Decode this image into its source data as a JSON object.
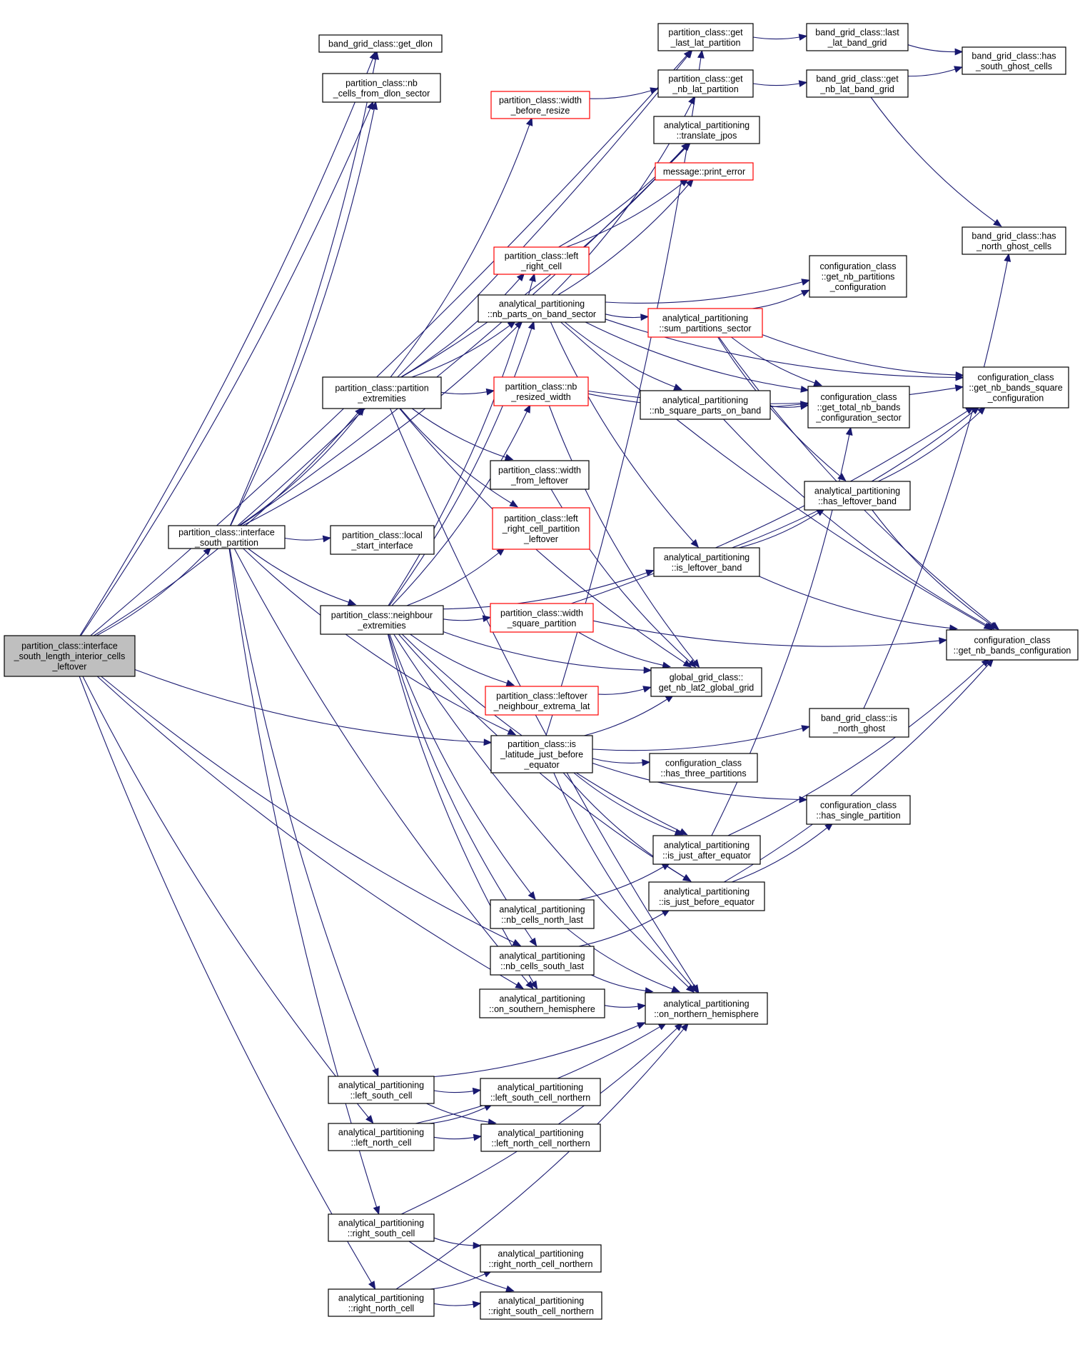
{
  "colors": {
    "edge": "#191970",
    "node_border": "#000000",
    "node_border_highlight": "#ff0000",
    "root_fill": "#bfbfbf",
    "node_fill": "#ffffff"
  },
  "nodes": {
    "root": {
      "lines": [
        "partition_class::interface",
        "_south_length_interior_cells",
        "_leftover"
      ]
    },
    "isp": {
      "lines": [
        "partition_class::interface",
        "_south_partition"
      ]
    },
    "get_dlon": {
      "lines": [
        "band_grid_class::get_dlon"
      ]
    },
    "nb_cells_dlon": {
      "lines": [
        "partition_class::nb",
        "_cells_from_dlon_sector"
      ]
    },
    "get_last_lat_partition": {
      "lines": [
        "partition_class::get",
        "_last_lat_partition"
      ]
    },
    "last_lat_band_grid": {
      "lines": [
        "band_grid_class::last",
        "_lat_band_grid"
      ]
    },
    "has_south_ghost": {
      "lines": [
        "band_grid_class::has",
        "_south_ghost_cells"
      ]
    },
    "get_nb_lat_partition": {
      "lines": [
        "partition_class::get",
        "_nb_lat_partition"
      ]
    },
    "get_nb_lat_band_grid": {
      "lines": [
        "band_grid_class::get",
        "_nb_lat_band_grid"
      ]
    },
    "width_before_resize": {
      "lines": [
        "partition_class::width",
        "_before_resize"
      ]
    },
    "translate_jpos": {
      "lines": [
        "analytical_partitioning",
        "::translate_jpos"
      ]
    },
    "print_error": {
      "lines": [
        "message::print_error"
      ]
    },
    "has_north_ghost": {
      "lines": [
        "band_grid_class::has",
        "_north_ghost_cells"
      ]
    },
    "left_right_cell": {
      "lines": [
        "partition_class::left",
        "_right_cell"
      ]
    },
    "nb_partitions_conf": {
      "lines": [
        "configuration_class",
        "::get_nb_partitions",
        "_configuration"
      ]
    },
    "nb_parts_band_sector": {
      "lines": [
        "analytical_partitioning",
        "::nb_parts_on_band_sector"
      ]
    },
    "sum_partitions_sector": {
      "lines": [
        "analytical_partitioning",
        "::sum_partitions_sector"
      ]
    },
    "nb_bands_square": {
      "lines": [
        "configuration_class",
        "::get_nb_bands_square",
        "_configuration"
      ]
    },
    "partition_extremities": {
      "lines": [
        "partition_class::partition",
        "_extremities"
      ]
    },
    "nb_resized_width": {
      "lines": [
        "partition_class::nb",
        "_resized_width"
      ]
    },
    "nb_square_parts": {
      "lines": [
        "analytical_partitioning",
        "::nb_square_parts_on_band"
      ]
    },
    "total_nb_bands": {
      "lines": [
        "configuration_class",
        "::get_total_nb_bands",
        "_configuration_sector"
      ]
    },
    "width_from_leftover": {
      "lines": [
        "partition_class::width",
        "_from_leftover"
      ]
    },
    "has_leftover_band": {
      "lines": [
        "analytical_partitioning",
        "::has_leftover_band"
      ]
    },
    "lrc_partition_leftover": {
      "lines": [
        "partition_class::left",
        "_right_cell_partition",
        "_leftover"
      ]
    },
    "local_start_interface": {
      "lines": [
        "partition_class::local",
        "_start_interface"
      ]
    },
    "is_leftover_band": {
      "lines": [
        "analytical_partitioning",
        "::is_leftover_band"
      ]
    },
    "neighbour_extremities": {
      "lines": [
        "partition_class::neighbour",
        "_extremities"
      ]
    },
    "width_square_partition": {
      "lines": [
        "partition_class::width",
        "_square_partition"
      ]
    },
    "nb_bands_configuration": {
      "lines": [
        "configuration_class",
        "::get_nb_bands_configuration"
      ]
    },
    "leftover_neighbour_extrema": {
      "lines": [
        "partition_class::leftover",
        "_neighbour_extrema_lat"
      ]
    },
    "get_nb_lat2": {
      "lines": [
        "global_grid_class::",
        "get_nb_lat2_global_grid"
      ]
    },
    "is_north_ghost": {
      "lines": [
        "band_grid_class::is",
        "_north_ghost"
      ]
    },
    "is_lat_just_before": {
      "lines": [
        "partition_class::is",
        "_latitude_just_before",
        "_equator"
      ]
    },
    "has_three_partitions": {
      "lines": [
        "configuration_class",
        "::has_three_partitions"
      ]
    },
    "has_single_partition": {
      "lines": [
        "configuration_class",
        "::has_single_partition"
      ]
    },
    "is_just_after_equator": {
      "lines": [
        "analytical_partitioning",
        "::is_just_after_equator"
      ]
    },
    "is_just_before_equator": {
      "lines": [
        "analytical_partitioning",
        "::is_just_before_equator"
      ]
    },
    "nb_cells_north_last": {
      "lines": [
        "analytical_partitioning",
        "::nb_cells_north_last"
      ]
    },
    "nb_cells_south_last": {
      "lines": [
        "analytical_partitioning",
        "::nb_cells_south_last"
      ]
    },
    "on_southern": {
      "lines": [
        "analytical_partitioning",
        "::on_southern_hemisphere"
      ]
    },
    "on_northern": {
      "lines": [
        "analytical_partitioning",
        "::on_northern_hemisphere"
      ]
    },
    "left_south_cell": {
      "lines": [
        "analytical_partitioning",
        "::left_south_cell"
      ]
    },
    "left_south_cell_northern": {
      "lines": [
        "analytical_partitioning",
        "::left_south_cell_northern"
      ]
    },
    "left_north_cell": {
      "lines": [
        "analytical_partitioning",
        "::left_north_cell"
      ]
    },
    "left_north_cell_northern": {
      "lines": [
        "analytical_partitioning",
        "::left_north_cell_northern"
      ]
    },
    "right_south_cell": {
      "lines": [
        "analytical_partitioning",
        "::right_south_cell"
      ]
    },
    "right_north_cell_northern": {
      "lines": [
        "analytical_partitioning",
        "::right_north_cell_northern"
      ]
    },
    "right_north_cell": {
      "lines": [
        "analytical_partitioning",
        "::right_north_cell"
      ]
    },
    "right_south_cell_northern": {
      "lines": [
        "analytical_partitioning",
        "::right_south_cell_northern"
      ]
    }
  },
  "edges": [
    [
      "root",
      "isp"
    ],
    [
      "root",
      "get_last_lat_partition"
    ],
    [
      "root",
      "get_dlon"
    ],
    [
      "root",
      "nb_cells_dlon"
    ],
    [
      "root",
      "partition_extremities"
    ],
    [
      "root",
      "is_lat_just_before"
    ],
    [
      "root",
      "nb_cells_south_last"
    ],
    [
      "root",
      "on_southern"
    ],
    [
      "root",
      "left_north_cell"
    ],
    [
      "root",
      "right_north_cell"
    ],
    [
      "isp",
      "get_dlon"
    ],
    [
      "isp",
      "nb_cells_dlon"
    ],
    [
      "isp",
      "get_last_lat_partition"
    ],
    [
      "isp",
      "nb_parts_band_sector"
    ],
    [
      "isp",
      "partition_extremities"
    ],
    [
      "isp",
      "local_start_interface"
    ],
    [
      "isp",
      "neighbour_extremities"
    ],
    [
      "isp",
      "is_lat_just_before"
    ],
    [
      "isp",
      "left_south_cell"
    ],
    [
      "isp",
      "right_south_cell"
    ],
    [
      "isp",
      "on_southern"
    ],
    [
      "isp",
      "translate_jpos"
    ],
    [
      "get_last_lat_partition",
      "last_lat_band_grid"
    ],
    [
      "last_lat_band_grid",
      "has_south_ghost"
    ],
    [
      "get_nb_lat_partition",
      "get_nb_lat_band_grid"
    ],
    [
      "get_nb_lat_band_grid",
      "has_south_ghost"
    ],
    [
      "get_nb_lat_band_grid",
      "has_north_ghost"
    ],
    [
      "width_before_resize",
      "get_nb_lat_partition"
    ],
    [
      "left_right_cell",
      "print_error"
    ],
    [
      "left_right_cell",
      "translate_jpos"
    ],
    [
      "nb_parts_band_sector",
      "print_error"
    ],
    [
      "nb_parts_band_sector",
      "nb_partitions_conf"
    ],
    [
      "nb_parts_band_sector",
      "sum_partitions_sector"
    ],
    [
      "nb_parts_band_sector",
      "total_nb_bands"
    ],
    [
      "nb_parts_band_sector",
      "nb_square_parts"
    ],
    [
      "nb_parts_band_sector",
      "is_leftover_band"
    ],
    [
      "nb_parts_band_sector",
      "nb_bands_configuration"
    ],
    [
      "nb_parts_band_sector",
      "nb_bands_square"
    ],
    [
      "nb_parts_band_sector",
      "get_nb_lat_partition"
    ],
    [
      "sum_partitions_sector",
      "nb_partitions_conf"
    ],
    [
      "sum_partitions_sector",
      "nb_bands_square"
    ],
    [
      "sum_partitions_sector",
      "total_nb_bands"
    ],
    [
      "sum_partitions_sector",
      "has_leftover_band"
    ],
    [
      "sum_partitions_sector",
      "nb_bands_configuration"
    ],
    [
      "partition_extremities",
      "width_before_resize"
    ],
    [
      "partition_extremities",
      "left_right_cell"
    ],
    [
      "partition_extremities",
      "nb_parts_band_sector"
    ],
    [
      "partition_extremities",
      "nb_resized_width"
    ],
    [
      "partition_extremities",
      "width_from_leftover"
    ],
    [
      "partition_extremities",
      "lrc_partition_leftover"
    ],
    [
      "partition_extremities",
      "get_nb_lat2"
    ],
    [
      "partition_extremities",
      "translate_jpos"
    ],
    [
      "partition_extremities",
      "on_northern"
    ],
    [
      "nb_resized_width",
      "nb_bands_square"
    ],
    [
      "nb_resized_width",
      "total_nb_bands"
    ],
    [
      "nb_resized_width",
      "get_nb_lat2"
    ],
    [
      "nb_square_parts",
      "total_nb_bands"
    ],
    [
      "nb_square_parts",
      "nb_bands_configuration"
    ],
    [
      "has_leftover_band",
      "nb_bands_square"
    ],
    [
      "has_leftover_band",
      "nb_bands_configuration"
    ],
    [
      "is_leftover_band",
      "has_leftover_band"
    ],
    [
      "is_leftover_band",
      "nb_bands_square"
    ],
    [
      "is_leftover_band",
      "nb_bands_configuration"
    ],
    [
      "width_from_leftover",
      "get_nb_lat2"
    ],
    [
      "neighbour_extremities",
      "width_square_partition"
    ],
    [
      "neighbour_extremities",
      "leftover_neighbour_extrema"
    ],
    [
      "neighbour_extremities",
      "get_nb_lat2"
    ],
    [
      "neighbour_extremities",
      "is_leftover_band"
    ],
    [
      "neighbour_extremities",
      "lrc_partition_leftover"
    ],
    [
      "neighbour_extremities",
      "nb_resized_width"
    ],
    [
      "neighbour_extremities",
      "nb_parts_band_sector"
    ],
    [
      "neighbour_extremities",
      "left_right_cell"
    ],
    [
      "neighbour_extremities",
      "is_just_after_equator"
    ],
    [
      "neighbour_extremities",
      "is_just_before_equator"
    ],
    [
      "neighbour_extremities",
      "nb_cells_north_last"
    ],
    [
      "neighbour_extremities",
      "nb_cells_south_last"
    ],
    [
      "neighbour_extremities",
      "on_northern"
    ],
    [
      "neighbour_extremities",
      "on_southern"
    ],
    [
      "width_square_partition",
      "nb_bands_square"
    ],
    [
      "width_square_partition",
      "get_nb_lat2"
    ],
    [
      "width_square_partition",
      "nb_bands_configuration"
    ],
    [
      "leftover_neighbour_extrema",
      "get_nb_lat2"
    ],
    [
      "is_north_ghost",
      "has_north_ghost"
    ],
    [
      "is_lat_just_before",
      "has_three_partitions"
    ],
    [
      "is_lat_just_before",
      "has_single_partition"
    ],
    [
      "is_lat_just_before",
      "is_north_ghost"
    ],
    [
      "is_lat_just_before",
      "is_just_after_equator"
    ],
    [
      "is_lat_just_before",
      "is_just_before_equator"
    ],
    [
      "is_lat_just_before",
      "get_nb_lat2"
    ],
    [
      "is_lat_just_before",
      "on_northern"
    ],
    [
      "is_lat_just_before",
      "get_last_lat_partition"
    ],
    [
      "is_just_after_equator",
      "total_nb_bands"
    ],
    [
      "is_just_after_equator",
      "nb_bands_configuration"
    ],
    [
      "is_just_before_equator",
      "has_single_partition"
    ],
    [
      "is_just_before_equator",
      "nb_bands_configuration"
    ],
    [
      "nb_cells_north_last",
      "is_just_after_equator"
    ],
    [
      "nb_cells_north_last",
      "on_northern"
    ],
    [
      "nb_cells_south_last",
      "is_just_before_equator"
    ],
    [
      "nb_cells_south_last",
      "on_northern"
    ],
    [
      "on_southern",
      "on_northern"
    ],
    [
      "left_south_cell",
      "on_northern"
    ],
    [
      "left_south_cell",
      "left_south_cell_northern"
    ],
    [
      "left_south_cell",
      "left_north_cell_northern"
    ],
    [
      "left_north_cell",
      "left_south_cell_northern"
    ],
    [
      "left_north_cell",
      "left_north_cell_northern"
    ],
    [
      "left_north_cell",
      "on_northern"
    ],
    [
      "right_south_cell",
      "on_northern"
    ],
    [
      "right_south_cell",
      "right_north_cell_northern"
    ],
    [
      "right_south_cell",
      "right_south_cell_northern"
    ],
    [
      "right_north_cell",
      "right_north_cell_northern"
    ],
    [
      "right_north_cell",
      "right_south_cell_northern"
    ],
    [
      "right_north_cell",
      "on_northern"
    ]
  ]
}
